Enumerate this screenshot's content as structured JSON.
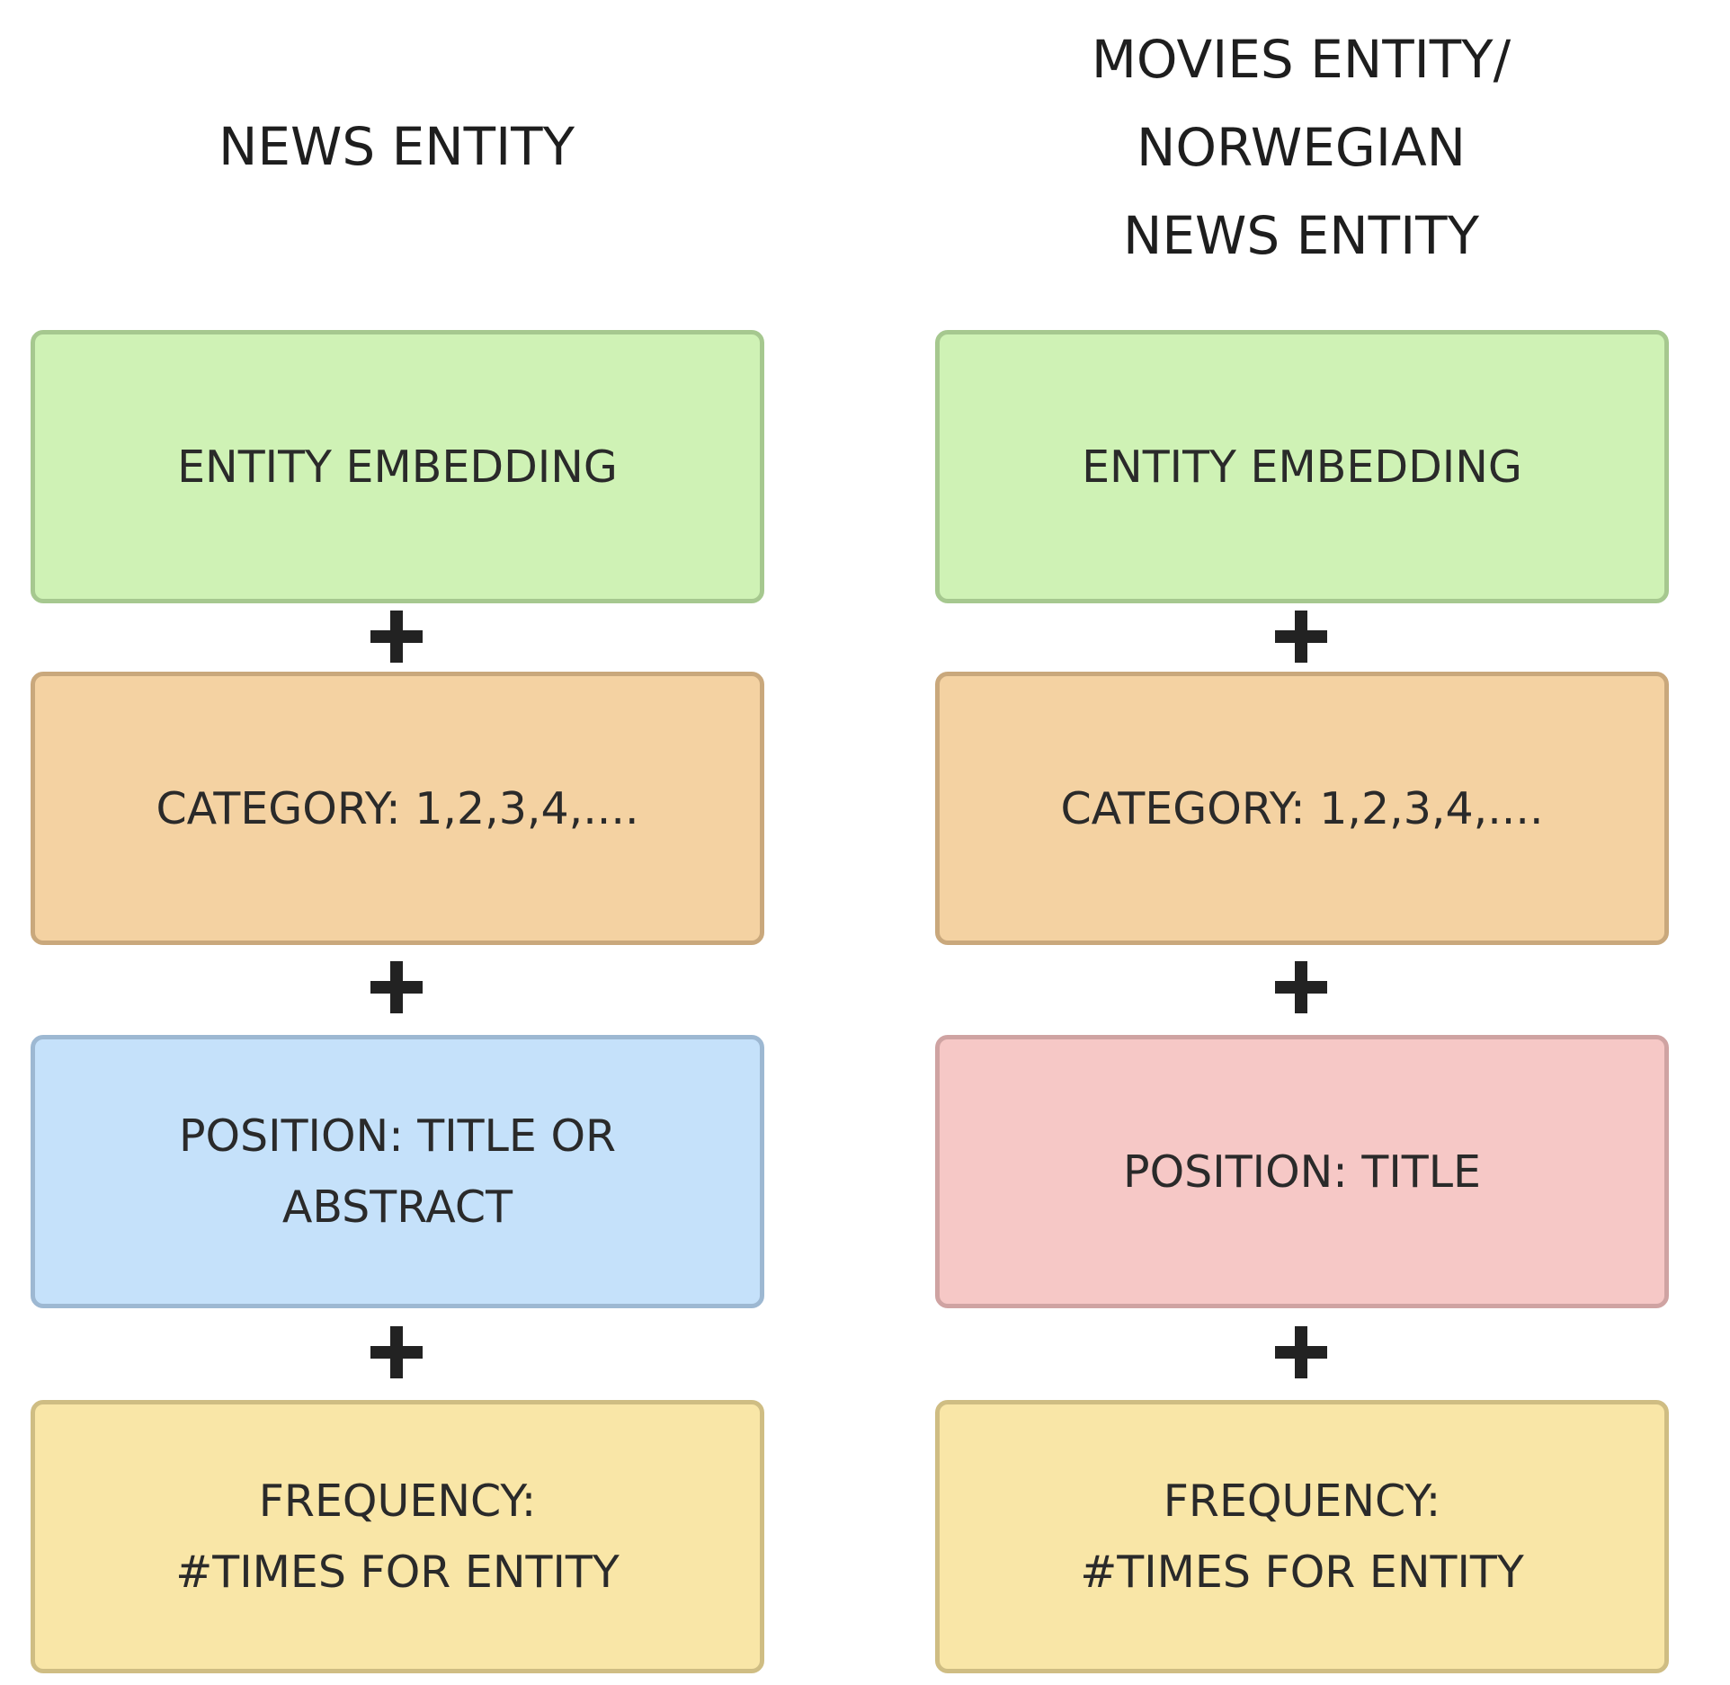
{
  "colors": {
    "embedding_fill": "#cff2b5",
    "embedding_border": "#a6c88f",
    "category_fill": "#f4d2a2",
    "category_border": "#c9a87c",
    "position_news_fill": "#c5e1fa",
    "position_news_border": "#9db8d2",
    "position_movies_fill": "#f6c8c6",
    "position_movies_border": "#cfa3a2",
    "frequency_fill": "#f9e6a7",
    "frequency_border": "#cfbd83",
    "plus_color": "#222222"
  },
  "left_column": {
    "heading": "NEWS ENTITY",
    "embedding_label": "ENTITY EMBEDDING",
    "category_label": "CATEGORY:  1,2,3,4,....",
    "position_label": "POSITION: TITLE OR\nABSTRACT",
    "frequency_label": "FREQUENCY:\n#TIMES FOR ENTITY"
  },
  "right_column": {
    "heading": "MOVIES ENTITY/\nNORWEGIAN\nNEWS ENTITY",
    "embedding_label": "ENTITY EMBEDDING",
    "category_label": "CATEGORY:  1,2,3,4,....",
    "position_label": "POSITION: TITLE",
    "frequency_label": "FREQUENCY:\n#TIMES FOR ENTITY"
  },
  "plus_icon": "plus-icon"
}
